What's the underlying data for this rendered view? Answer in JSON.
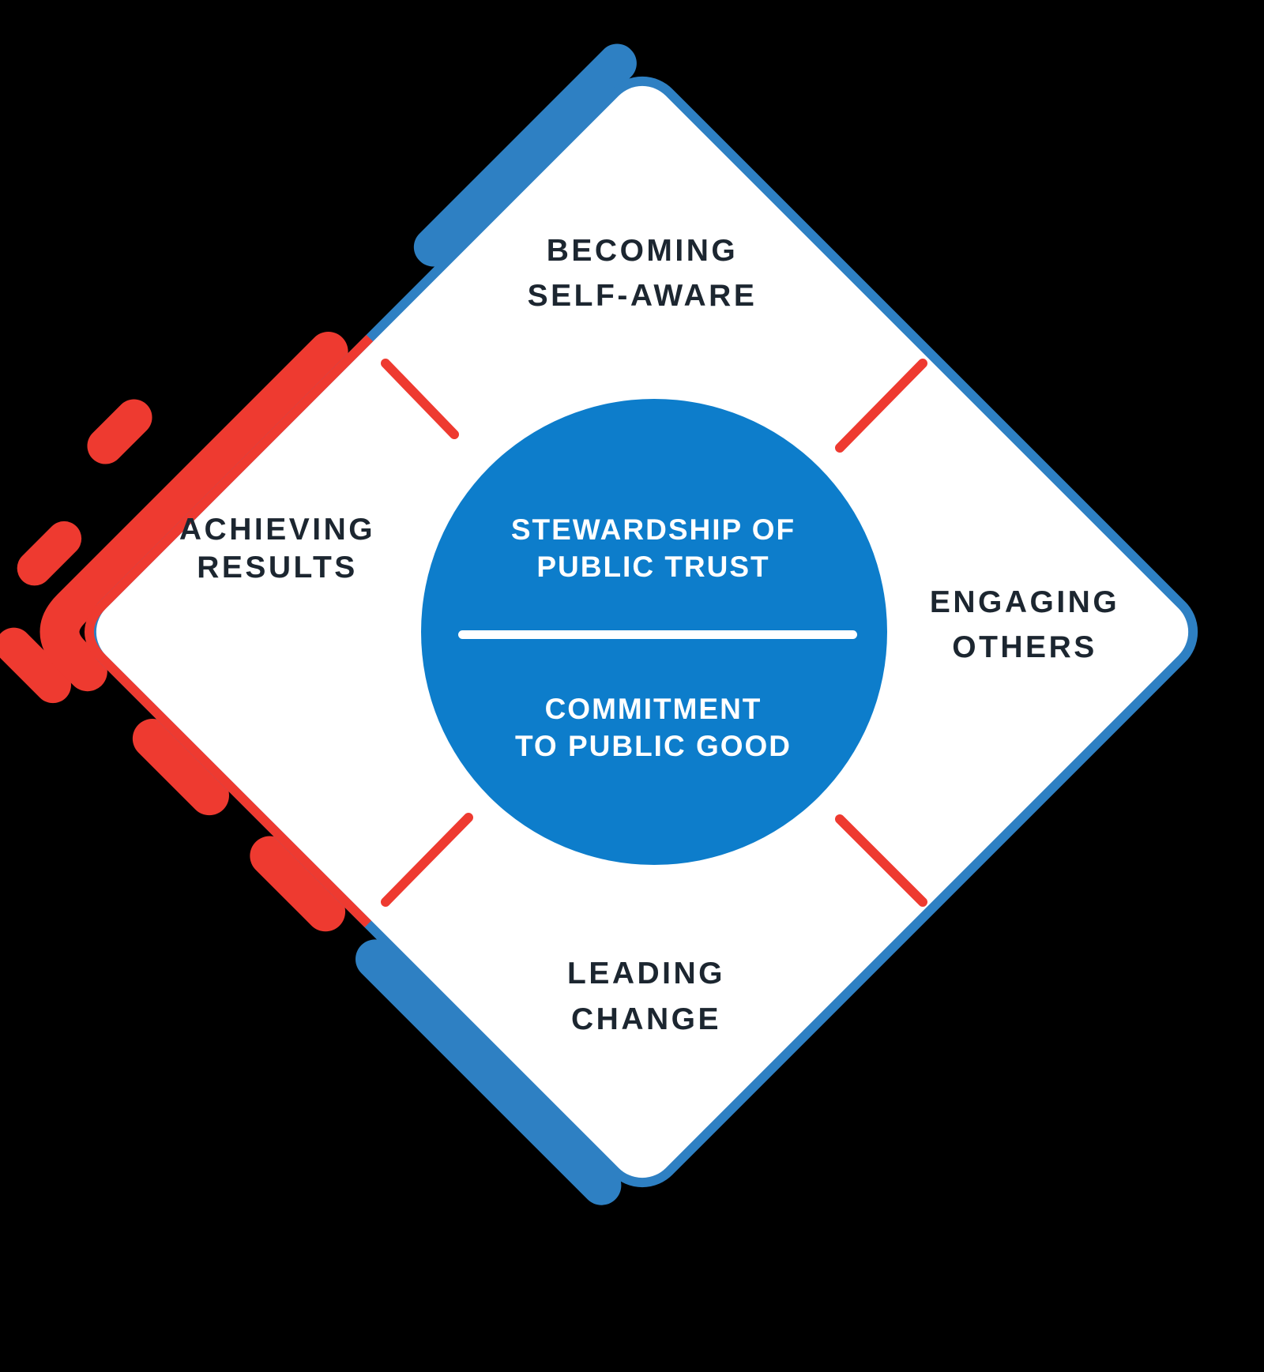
{
  "diagram_title": "Leadership competencies diamond diagram",
  "colors": {
    "background": "#000000",
    "circle_blue": "#0d7dcb",
    "border_blue": "#2e80c3",
    "accent_red": "#ee3a30",
    "label_dark": "#1c2630",
    "white": "#ffffff"
  },
  "center_circle": {
    "top_line1": "STEWARDSHIP OF",
    "top_line2": "PUBLIC TRUST",
    "bottom_line1": "COMMITMENT",
    "bottom_line2": "TO PUBLIC GOOD"
  },
  "quadrants": {
    "top": {
      "line1": "BECOMING",
      "line2": "SELF-AWARE"
    },
    "right": {
      "line1": "ENGAGING",
      "line2": "OTHERS"
    },
    "left": {
      "line1": "ACHIEVING",
      "line2": "RESULTS"
    },
    "bottom": {
      "line1": "LEADING",
      "line2": "CHANGE"
    }
  }
}
